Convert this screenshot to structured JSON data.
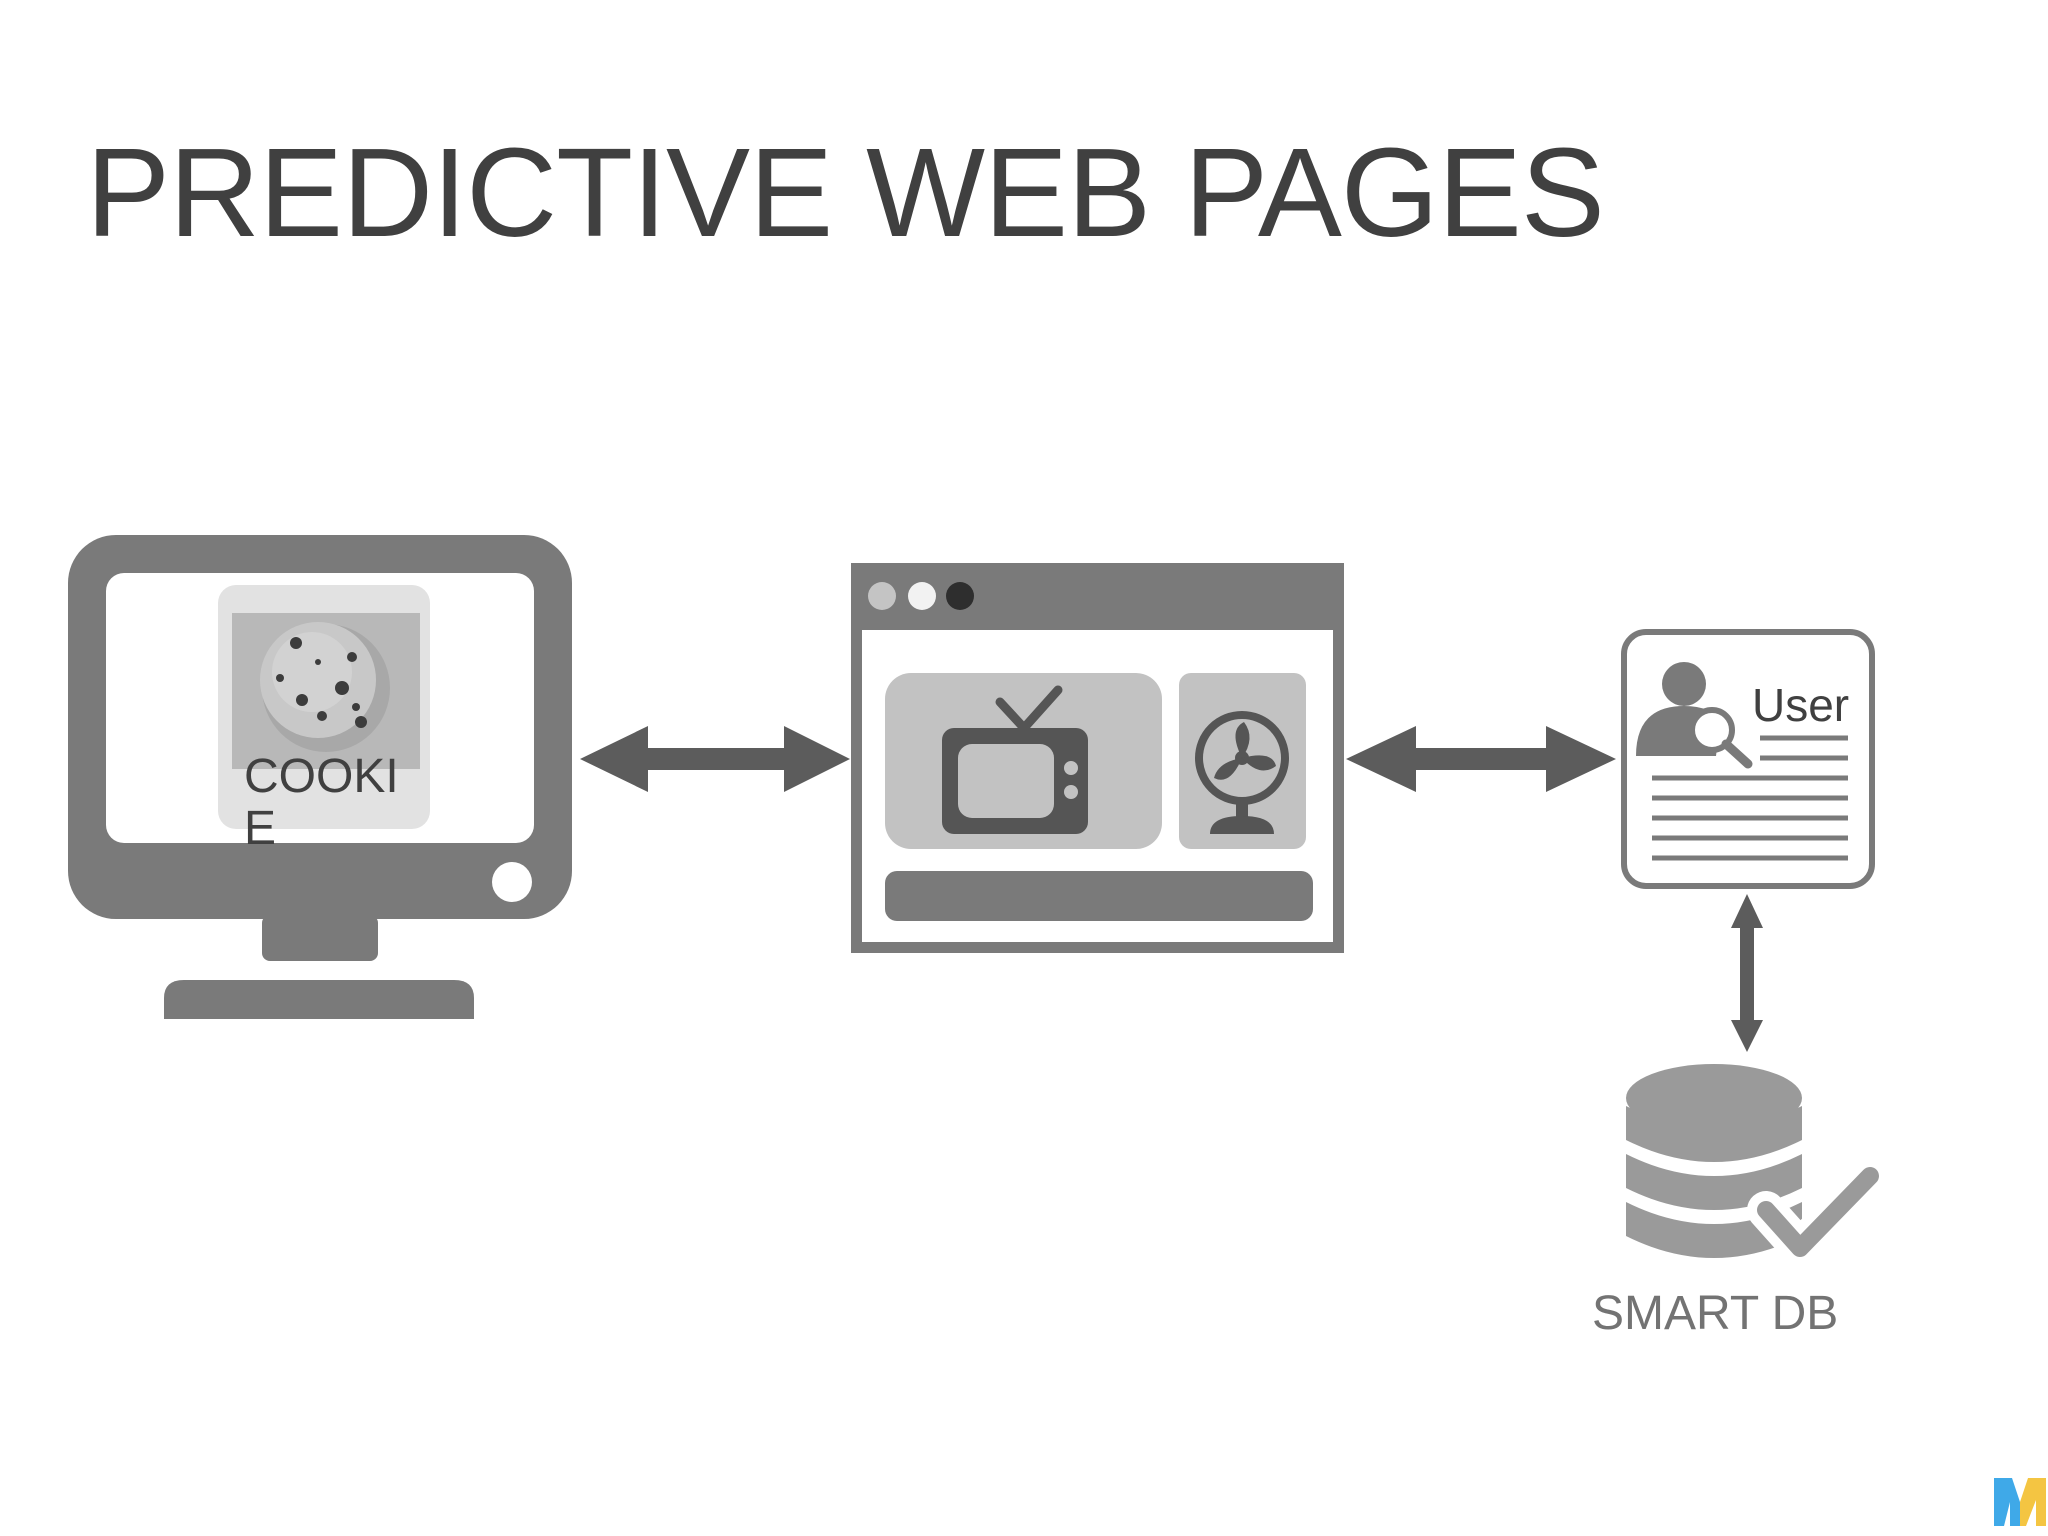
{
  "title": "PREDICTIVE WEB PAGES",
  "nodes": {
    "computer": {
      "icon": "desktop-monitor-icon",
      "badge_icon": "cookie-icon",
      "label": "COOKIE"
    },
    "browser": {
      "icon": "browser-window-icon",
      "content_icons": [
        "tv-icon",
        "fan-icon"
      ]
    },
    "profile": {
      "icon": "user-profile-document-icon",
      "label": "User"
    },
    "database": {
      "icon": "database-check-icon",
      "label": "SMART DB"
    }
  },
  "connections": [
    {
      "from": "computer",
      "to": "browser",
      "direction": "bidirectional"
    },
    {
      "from": "browser",
      "to": "profile",
      "direction": "bidirectional"
    },
    {
      "from": "profile",
      "to": "database",
      "direction": "bidirectional"
    }
  ],
  "logo": {
    "icon": "m-logo-icon",
    "colors": [
      "#f4c542",
      "#3fa9e8"
    ]
  },
  "colors": {
    "primary_gray": "#7a7a7a",
    "dark_gray": "#555555",
    "light_gray": "#c0c0c0",
    "title": "#404040"
  }
}
